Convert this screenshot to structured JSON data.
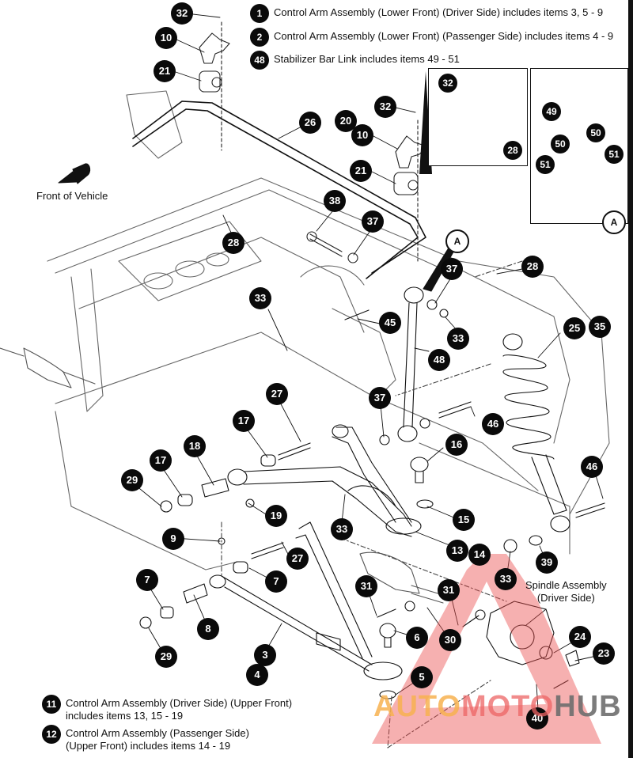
{
  "diagram": {
    "title_legend": [
      {
        "num": "1",
        "text": "Control Arm Assembly (Lower Front) (Driver Side) includes items 3, 5 - 9"
      },
      {
        "num": "2",
        "text": "Control Arm Assembly (Lower Front) (Passenger Side) includes items 4 - 9"
      },
      {
        "num": "48",
        "text": "Stabilizer Bar Link includes items 49 - 51"
      }
    ],
    "bottom_legend": [
      {
        "num": "11",
        "line1": "Control Arm Assembly (Driver Side) (Upper Front)",
        "line2": "includes items 13, 15 - 19"
      },
      {
        "num": "12",
        "line1": "Control Arm Assembly (Passenger Side)",
        "line2": "(Upper Front) includes items 14 - 19"
      }
    ],
    "labels": {
      "front_of_vehicle": "Front of Vehicle",
      "spindle_line1": "Spindle Assembly",
      "spindle_line2": "(Driver Side)"
    },
    "reference_marks": [
      "A",
      "A"
    ],
    "callouts": [
      "32",
      "10",
      "21",
      "26",
      "32",
      "20",
      "10",
      "21",
      "38",
      "37",
      "28",
      "28",
      "32",
      "28",
      "49",
      "50",
      "50",
      "51",
      "51",
      "37",
      "33",
      "33",
      "45",
      "48",
      "25",
      "35",
      "37",
      "46",
      "27",
      "17",
      "18",
      "17",
      "16",
      "29",
      "19",
      "9",
      "33",
      "15",
      "13",
      "14",
      "46",
      "27",
      "7",
      "7",
      "39",
      "33",
      "8",
      "31",
      "31",
      "6",
      "30",
      "29",
      "3",
      "4",
      "5",
      "24",
      "23",
      "40"
    ],
    "watermark": {
      "part1": "AUTO",
      "part2": "MOTO",
      "part3": "HUB"
    },
    "colors": {
      "callout_bg": "#0a0a0a",
      "callout_text": "#ffffff",
      "line_art": "#222222",
      "watermark_orange": "#f7b250",
      "watermark_red": "#ec6464",
      "watermark_gray": "#6e6e6e"
    }
  }
}
